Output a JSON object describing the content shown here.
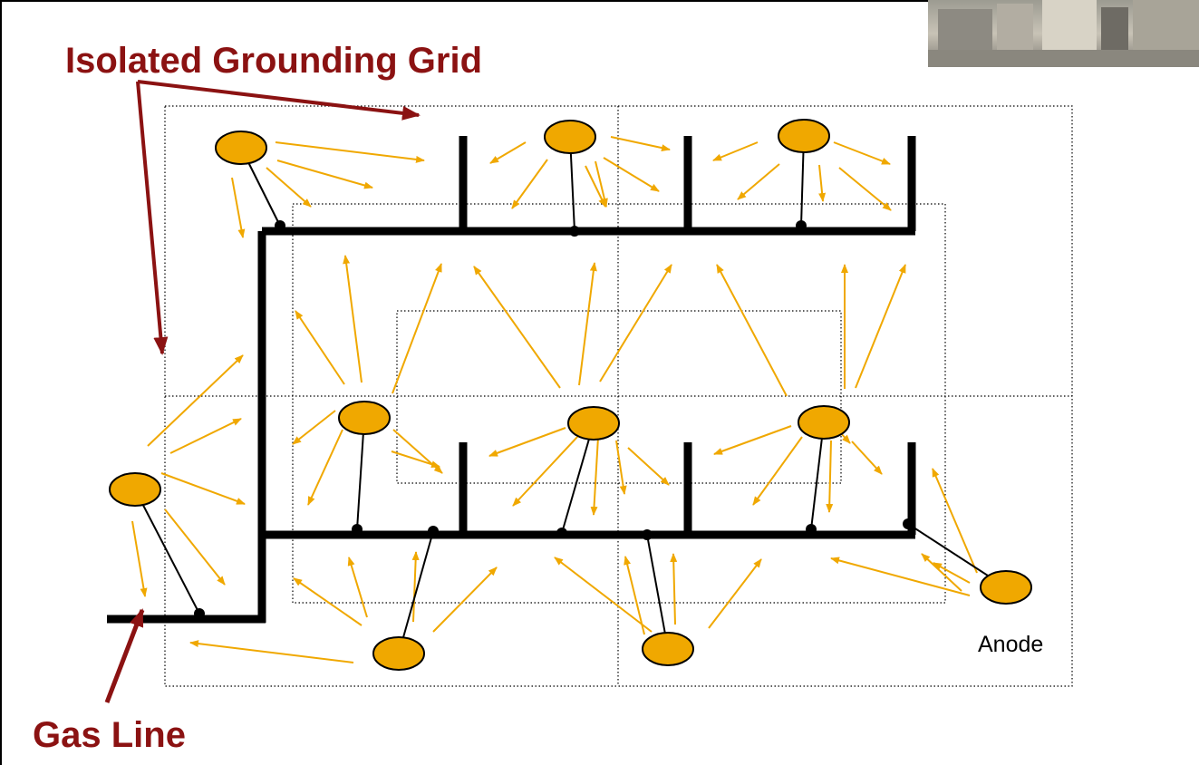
{
  "labels": {
    "grounding_grid": "Isolated Grounding Grid",
    "gas_line": "Gas Line",
    "anode": "Anode"
  },
  "colors": {
    "label_red": "#8b1212",
    "current_arrow": "#f0a800",
    "anode_fill": "#f0a800",
    "pipe": "#000000",
    "grid": "#000000"
  },
  "icons": {
    "photo": "industrial-facility-photo"
  }
}
